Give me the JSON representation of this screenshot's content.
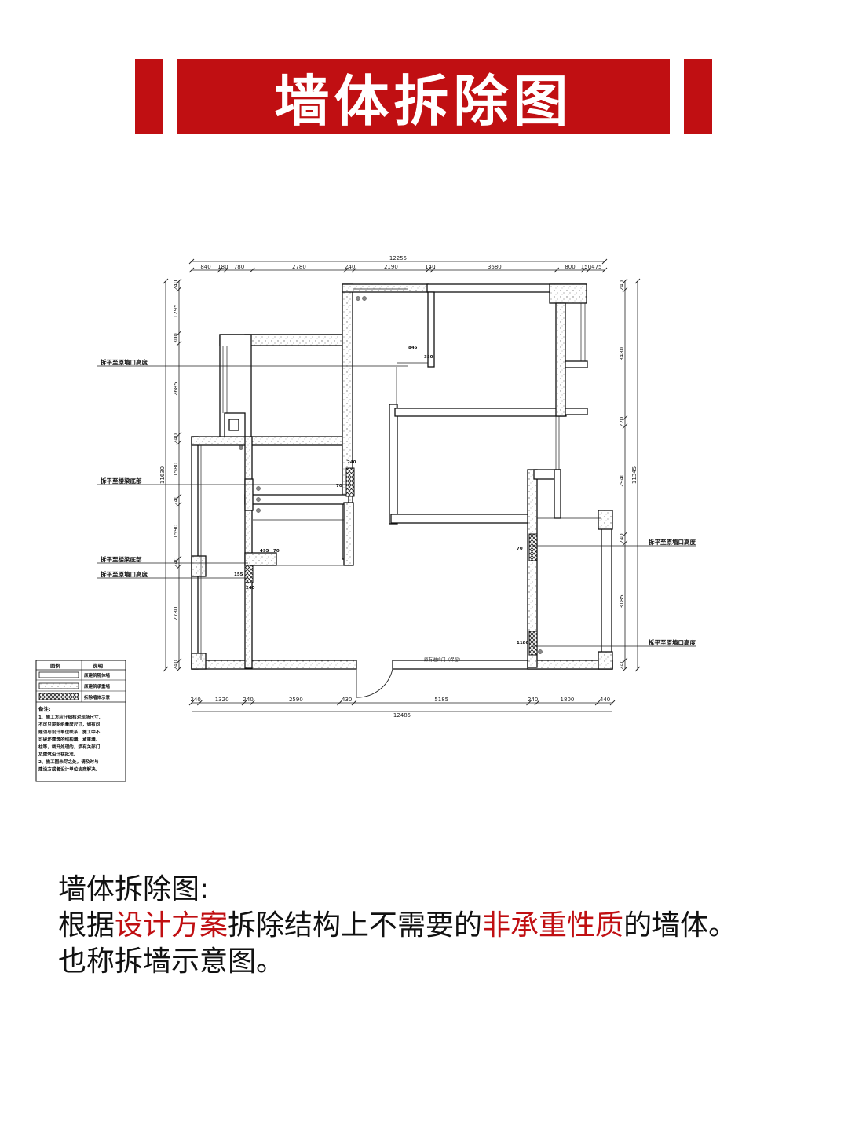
{
  "banner": {
    "title": "墙体拆除图",
    "color": "#c00f12"
  },
  "plan": {
    "dims_top_total": "12255",
    "dims_top": [
      "840",
      "180",
      "780",
      "2780",
      "240",
      "2190",
      "140",
      "3680",
      "800",
      "150",
      "475"
    ],
    "dims_bottom_total": "12485",
    "dims_bottom": [
      "240",
      "1320",
      "240",
      "2590",
      "430",
      "5185",
      "240",
      "1800",
      "440"
    ],
    "dims_left_total": "11630",
    "dims_left": [
      "240",
      "1295",
      "300",
      "2685",
      "240",
      "1580",
      "240",
      "1590",
      "240",
      "2780",
      "240"
    ],
    "dims_right_total": "11345",
    "dims_right": [
      "240",
      "3480",
      "220",
      "2940",
      "240",
      "3185",
      "240"
    ],
    "notes_left": [
      "拆平至原墙口高度",
      "拆平至楼梁底部",
      "拆平至楼梁底部",
      "拆平至原墙口高度"
    ],
    "notes_right": [
      "拆平至原墙口高度",
      "拆平至原墙口高度"
    ],
    "inner_dims": [
      "845",
      "350",
      "240",
      "70",
      "495",
      "70",
      "155",
      "240",
      "70",
      "1180"
    ],
    "door_label": "原有进户门（保留）"
  },
  "legend": {
    "head_col1": "图例",
    "head_col2": "说明",
    "rows": [
      "原建筑隔体墙",
      "原建筑承重墙",
      "拆除墙体示意"
    ],
    "notes_title": "备注:",
    "notes": [
      "1、施工方应仔细核对现场尺寸,",
      "不可只按图纸量度尺寸，如有问",
      "题须与设计单位联系，施工中不",
      "可破坏建筑的结构墙、承重墙、",
      "柱等，凿开处理的，须有关部门",
      "及建筑设计核批准。",
      "2、施工图未尽之处，请及时与",
      "建设方或者设计单位协商解决。"
    ]
  },
  "caption": {
    "line1": "墙体拆除图:",
    "line2_a": "根据",
    "line2_b": "设计方案",
    "line2_c": "拆除结构上不需要的",
    "line2_d": "非承重性质",
    "line2_e": "的墙体。",
    "line3": "也称拆墙示意图。",
    "highlight_color": "#c00f12"
  }
}
